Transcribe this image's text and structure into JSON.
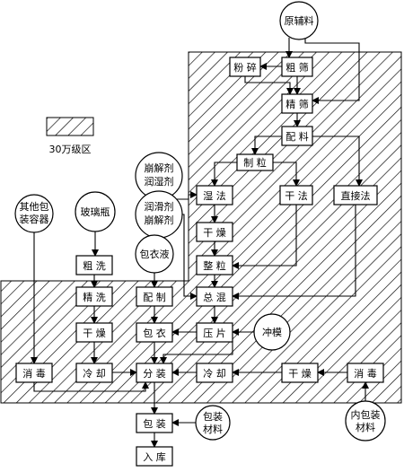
{
  "legend": {
    "label": "30万级区"
  },
  "raw": {
    "yuanfuliao": "原辅料",
    "fensui": "粉 碎",
    "cushai": "粗 筛",
    "jingshai": "精 筛",
    "peiliao": "配 料",
    "zhili": "制 粒",
    "shifa": "湿 法",
    "ganfa": "干 法",
    "zhijiefa": "直接法",
    "beng_run_1": "崩解剂",
    "beng_run_2": "润湿剂",
    "gan1": "干 燥",
    "run_beng_1": "润滑剂",
    "run_beng_2": "崩解剂",
    "zhengli": "整 粒",
    "zonghun": "总 混",
    "yapian": "压 片",
    "chongmo": "冲模"
  },
  "coating": {
    "baoyiye": "包衣液",
    "peizhi": "配 制",
    "baoyi": "包 衣"
  },
  "bottle": {
    "qita_1": "其他包",
    "qita_2": "装容器",
    "bolipping": "玻璃瓶",
    "cuxi": "粗 洗",
    "jingxi": "精 洗",
    "ganzao": "干 燥",
    "lengque": "冷 却",
    "xiaodu": "消 毒"
  },
  "packing": {
    "fenzhuang": "分 装",
    "lengque_r": "冷 却",
    "ganzao_r": "干 燥",
    "xiaodu_r": "消 毒",
    "neibao_1": "内包装",
    "neibao_2": "材料",
    "baozhuang": "包 装",
    "baocai_1": "包装",
    "baocai_2": "材料",
    "ruku": "入 库"
  }
}
